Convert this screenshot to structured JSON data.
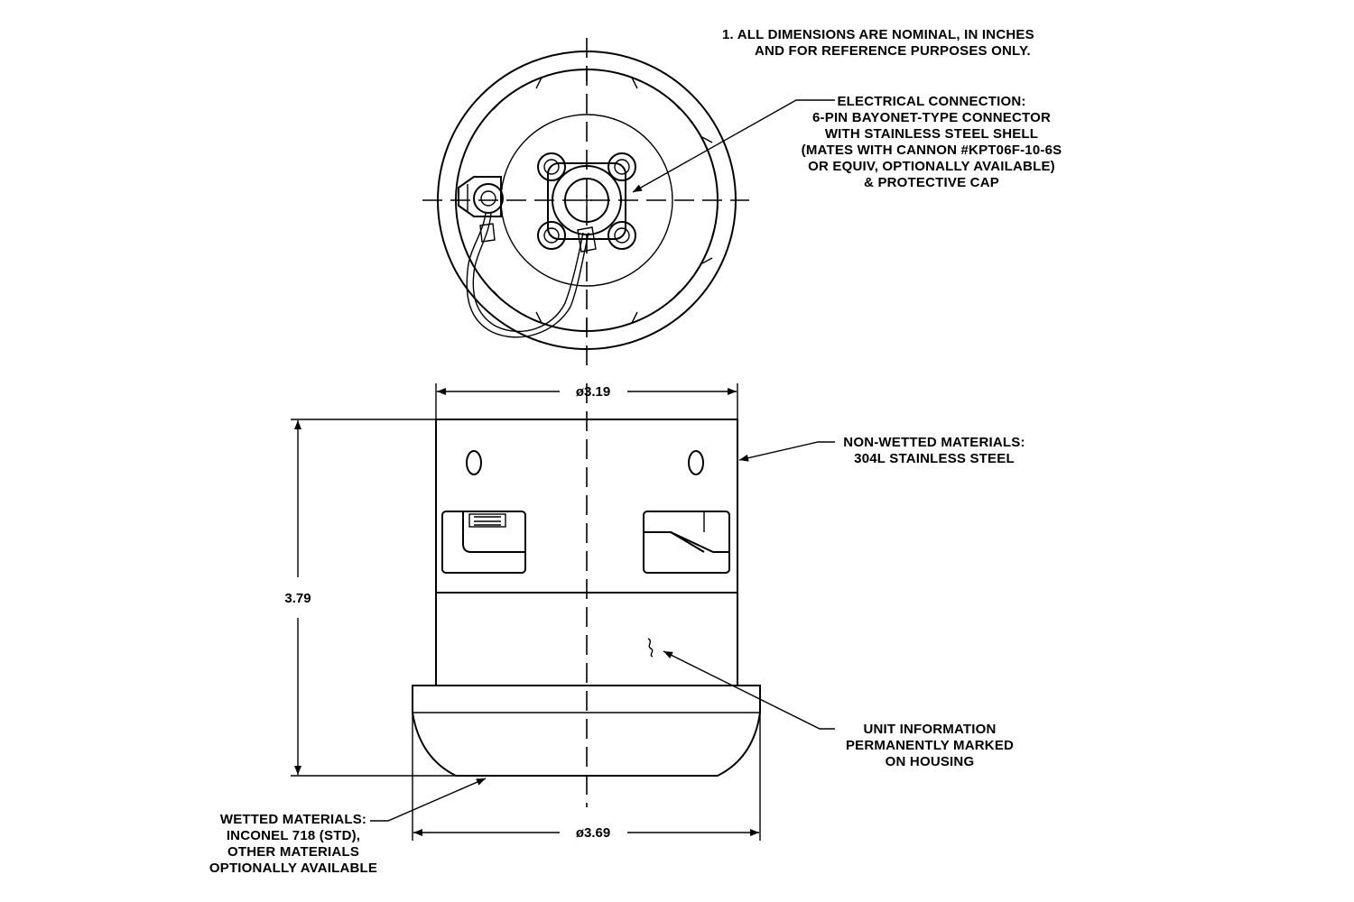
{
  "notes": {
    "general": [
      "1.  ALL DIMENSIONS ARE NOMINAL, IN INCHES",
      "AND FOR REFERENCE PURPOSES ONLY."
    ],
    "electrical": [
      "ELECTRICAL CONNECTION:",
      "6-PIN BAYONET-TYPE CONNECTOR",
      "WITH STAINLESS STEEL SHELL",
      "(MATES WITH CANNON #KPT06F-10-6S",
      "OR EQUIV, OPTIONALLY AVAILABLE)",
      "& PROTECTIVE CAP"
    ],
    "non_wetted": [
      "NON-WETTED MATERIALS:",
      "304L STAINLESS STEEL"
    ],
    "unit_info": [
      "UNIT INFORMATION",
      "PERMANENTLY MARKED",
      "ON HOUSING"
    ],
    "wetted": [
      "WETTED MATERIALS:",
      "INCONEL 718 (STD),",
      "OTHER MATERIALS",
      "OPTIONALLY AVAILABLE"
    ]
  },
  "dimensions": {
    "top_diameter": "ø3.19",
    "height": "3.79",
    "bottom_diameter": "ø3.69"
  }
}
